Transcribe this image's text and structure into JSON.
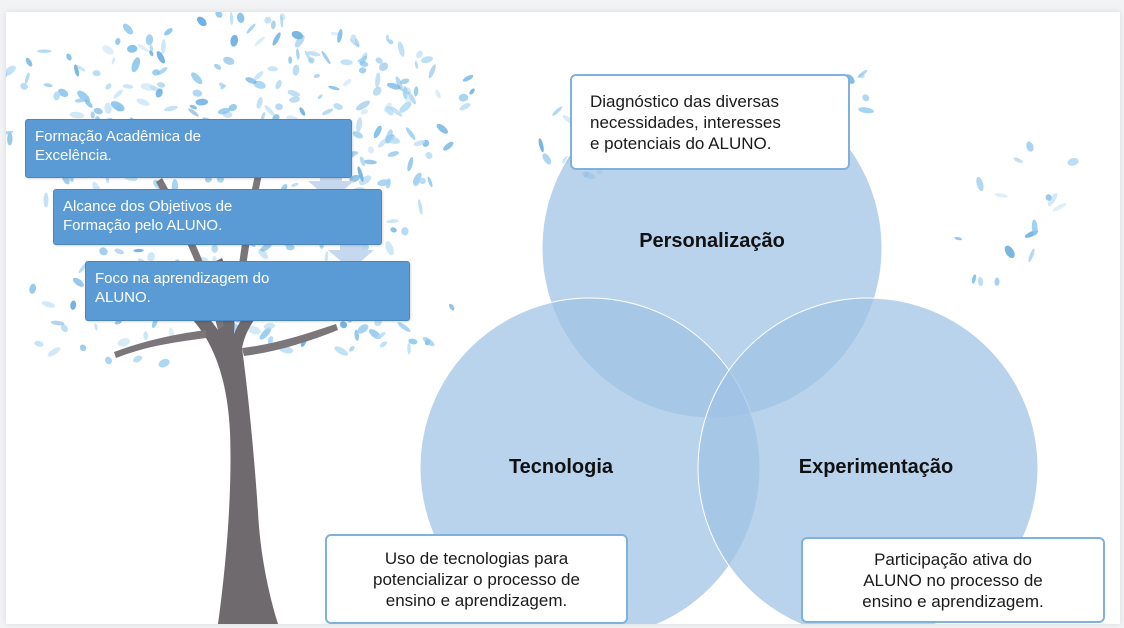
{
  "steps": [
    {
      "lines": [
        "Formação Acadêmica de",
        "Excelência."
      ]
    },
    {
      "lines": [
        "Alcance dos  Objetivos de",
        "Formação pelo ALUNO."
      ]
    },
    {
      "lines": [
        "Foco na aprendizagem do",
        "ALUNO."
      ]
    }
  ],
  "circles": {
    "top": "Personalização",
    "left": "Tecnologia",
    "right": "Experimentação"
  },
  "callouts": {
    "top": [
      "Diagnóstico das diversas",
      "necessidades, interesses",
      "e potenciais do ALUNO."
    ],
    "left": [
      "Uso de tecnologias para",
      "potencializar o processo de",
      "ensino e aprendizagem."
    ],
    "right": [
      "Participação ativa do",
      "ALUNO no processo de",
      "ensino e aprendizagem."
    ]
  },
  "colors": {
    "circle_fill": "#9fc2e4",
    "step_fill": "#5b9bd5",
    "callout_border": "#7eb1dc",
    "tree_trunk": "#6e6a6d",
    "leaves": "#8cc6ec"
  }
}
